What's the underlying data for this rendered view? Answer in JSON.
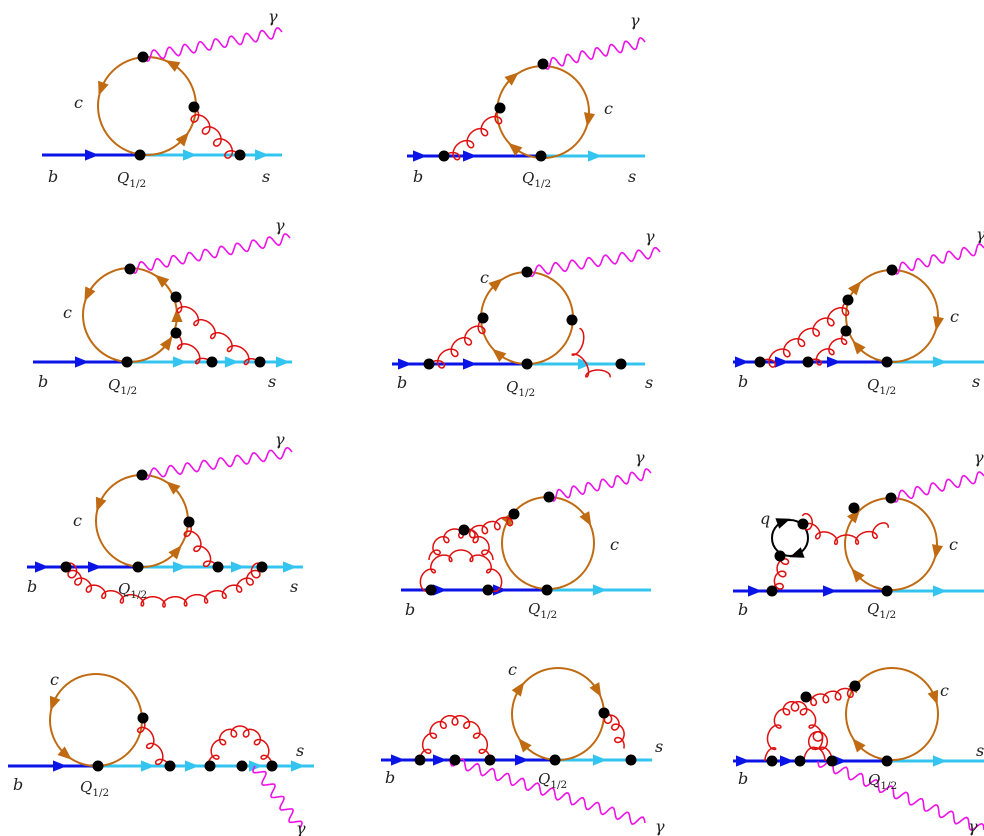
{
  "colors": {
    "b_line": "#0a14e6",
    "s_line": "#33c4f0",
    "charm_loop": "#c06a12",
    "gluon": "#e01010",
    "photon": "#ee12e8",
    "vertex": "#000000",
    "light_quark_loop": "#000000"
  },
  "labels": {
    "b": "b",
    "s": "s",
    "c": "c",
    "gamma": "γ",
    "q": "q",
    "Q_main": "Q",
    "Q_sub": "1/2"
  },
  "diagrams": [
    {
      "id": "d1"
    },
    {
      "id": "d2"
    },
    {
      "id": "d3"
    },
    {
      "id": "d4"
    },
    {
      "id": "d5"
    },
    {
      "id": "d6"
    },
    {
      "id": "d7"
    },
    {
      "id": "d8"
    },
    {
      "id": "d9"
    },
    {
      "id": "d10"
    },
    {
      "id": "d11"
    }
  ]
}
